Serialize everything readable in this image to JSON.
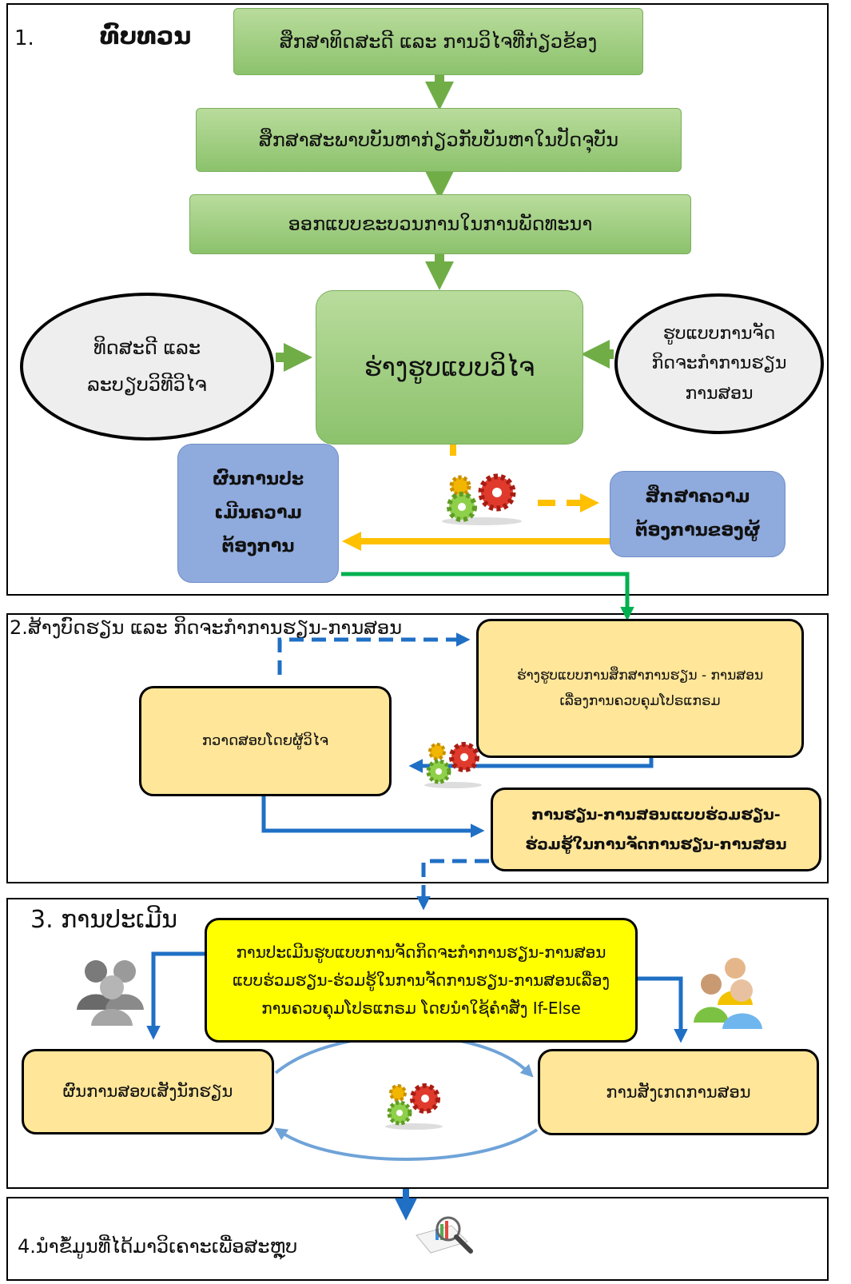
{
  "sections": {
    "s1": {
      "number": "1.",
      "title": "ທົບທວນ"
    },
    "s2": {
      "title": "2.ສ້າງບົດຮຽນ ແລະ ກິດຈະກໍາການຮຽນ-ການສອນ"
    },
    "s3": {
      "title": "3. ການປະເມີນ"
    },
    "s4": {
      "title": "4.ນໍາຂໍ້ມູນທີ່ໄດ້ມາວິເຄາະເພື່ອສະຫຼຸບ"
    }
  },
  "nodes": {
    "review_literature": "ສຶກສາທິດສະດີ ແລະ ການວິໄຈທີ່ກ່ຽວຂ້ອງ",
    "study_problems": "ສຶກສາສະພາບບັນຫາກ່ຽວກັບບັນຫາໃນປັດຈຸບັນ",
    "design_process": "ອອກແບບຂະບວນການໃນການພັດທະນາ",
    "draft_model": "ຮ່າງຮູບແບບວິໄຈ",
    "theory_methods": "ທິດສະດີ ແລະ\nລະບຽບວິທີວິໄຈ",
    "teaching_models": "ຮູບແບບການຈັດ\nກິດຈະກໍາການຮຽນ\nການສອນ",
    "needs_assessment": "ຜົນການປະ\nເມີນຄວາມ\nຕ້ອງການ",
    "study_needs": "ສຶກສາຄວາມ\nຕ້ອງການຂອງຜູ້",
    "draft_lesson_model": "ຮ່າງຮູບແບບການສຶກສາການຮຽນ - ການສອນ\nເລື່ອງການຄວບຄຸມໂປຣແກຣມ",
    "researcher_check": "ກວາດສອບໂດຍຜູ້ວິໄຈ",
    "collab_learning": "ການຮຽນ-ການສອນແບບຮ່ວມຮຽນ-\nຮ່ວມຮູ້ໃນການຈັດການຮຽນ-ການສອນ",
    "evaluation": "ການປະເມີນຮູບແບບການຈັດກິດຈະກໍາການຮຽນ-ການສອນ\nແບບຮ່ວມຮຽນ-ຮ່ວມຮູ້ໃນການຈັດການຮຽນ-ການສອນເລື່ອງ\nການຄວບຄຸມໂປຣແກຣມ ໂດຍນໍາໃຊ້ຄໍາສັ່ງ If-Else",
    "student_results": "ຜົນການສອບເສັງນັກຮຽນ",
    "teaching_observation": "ການສັງເກດການສອນ"
  },
  "colors": {
    "green_arrow": "#70ad47",
    "orange_arrow": "#ffc000",
    "blue_arrow": "#1f6fc5",
    "cycle_arrow": "#6fa3d8",
    "green_link": "#00b050"
  }
}
